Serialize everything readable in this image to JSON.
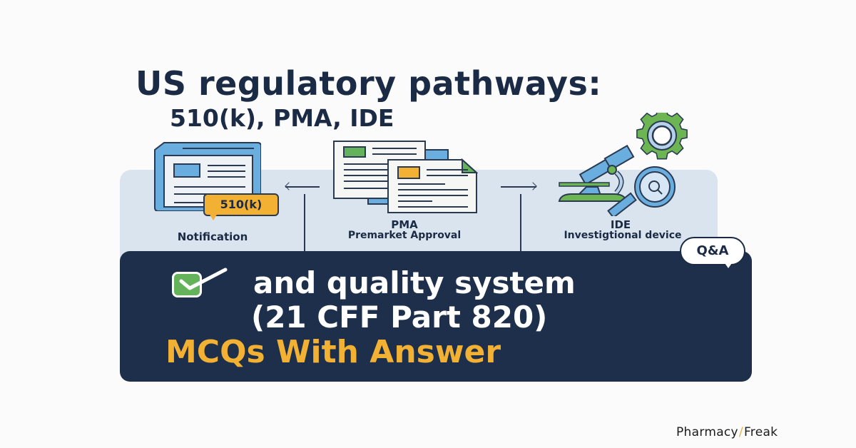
{
  "title": {
    "line1": "US regulatory pathways:",
    "line2": "510(k), PMA, IDE"
  },
  "pathways": [
    {
      "id": "510k",
      "badge": "510(k)",
      "label": "Notification",
      "sublabel": "",
      "icon": "document-icon"
    },
    {
      "id": "pma",
      "badge": "",
      "label": "PMA",
      "sublabel": "Premarket Approval",
      "icon": "stacked-documents-icon"
    },
    {
      "id": "ide",
      "badge": "",
      "label": "IDE",
      "sublabel": "Investigtional device",
      "icon": "microscope-gear-magnifier-icon"
    }
  ],
  "banner": {
    "line1": "and quality system",
    "line2": "(21 CFF Part 820)",
    "line3": "MCQs With Answer",
    "qa_label": "Q&A"
  },
  "brand": {
    "name_part1": "Pharmacy",
    "name_part2": "Freak"
  },
  "colors": {
    "navy": "#1e2f4b",
    "panel": "#d9e4ee",
    "accent_yellow": "#f2b132",
    "accent_green": "#64b35a",
    "accent_blue": "#6aaee0"
  }
}
